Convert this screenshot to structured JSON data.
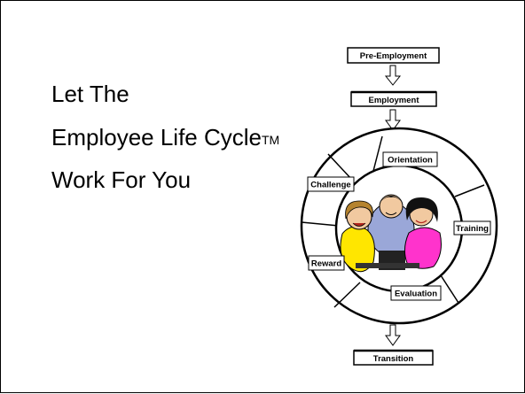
{
  "title": {
    "line1": "Let The",
    "line2": "Employee Life Cycle",
    "trademark": "TM",
    "line3": "Work For You"
  },
  "diagram": {
    "top_boxes": [
      "Pre-Employment",
      "Employment"
    ],
    "stages": [
      "Orientation",
      "Training",
      "Evaluation",
      "Reward",
      "Challenge"
    ],
    "bottom_box": "Transition"
  },
  "illustration": {
    "icon": "three-people-clipart-icon"
  }
}
